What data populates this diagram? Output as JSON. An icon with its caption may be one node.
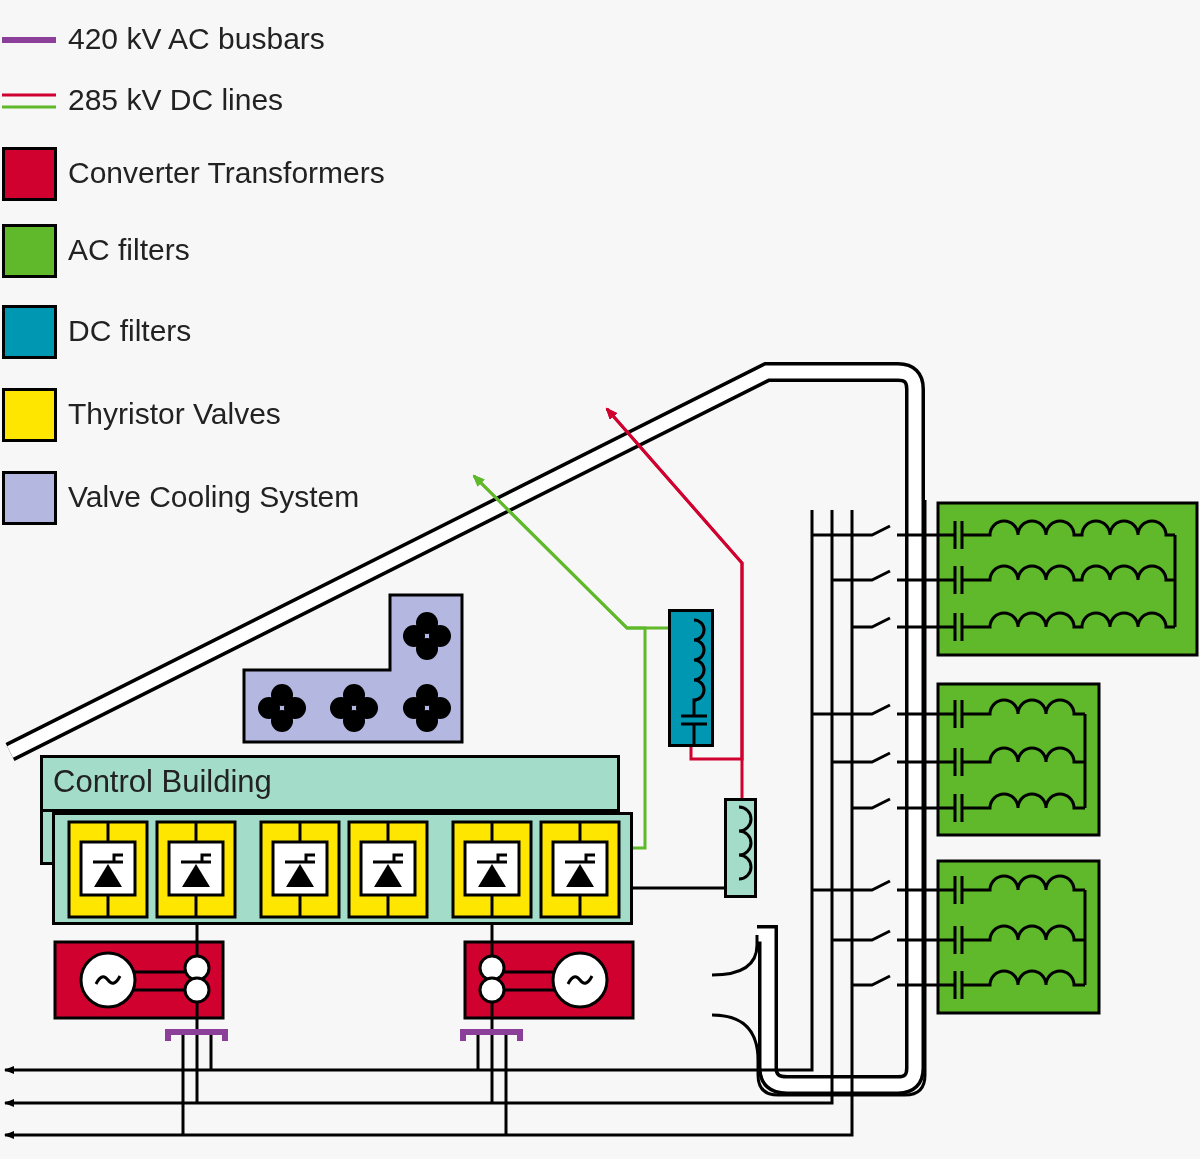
{
  "diagram": {
    "nodes": [
      {
        "text": [
          "Control Building"
        ]
      },
      {
        "text": [],
        "shape": "box"
      },
      {
        "text": [],
        "shape": "box"
      },
      {
        "text": [],
        "shape": "box"
      }
    ],
    "edges": [
      {
        "from": 1,
        "to": null,
        "arrow": "to",
        "color": "#5fb92b"
      },
      {
        "from": 2,
        "to": null,
        "arrow": "to",
        "color": "#5fb92b"
      },
      {
        "from": 2,
        "to": null,
        "arrow": "to",
        "color": "#d0002f"
      },
      {
        "from": 3,
        "to": null,
        "arrow": "to",
        "color": "#d0002f"
      },
      {
        "from": 1,
        "to": 3,
        "arrow": "none",
        "color": "#000000"
      }
    ],
    "legend": [
      {
        "text": "420 kV AC busbars"
      },
      {
        "text": "285 kV DC lines"
      },
      {
        "text": "Converter Transformers",
        "color": "#d0002f"
      },
      {
        "text": "AC filters",
        "color": "#5fb92b"
      },
      {
        "text": "DC filters",
        "color": "#0097b2"
      },
      {
        "text": "Thyristor Valves",
        "color": "#ffe600"
      },
      {
        "text": "Valve Cooling System",
        "color": "#b4b8e0"
      }
    ]
  }
}
